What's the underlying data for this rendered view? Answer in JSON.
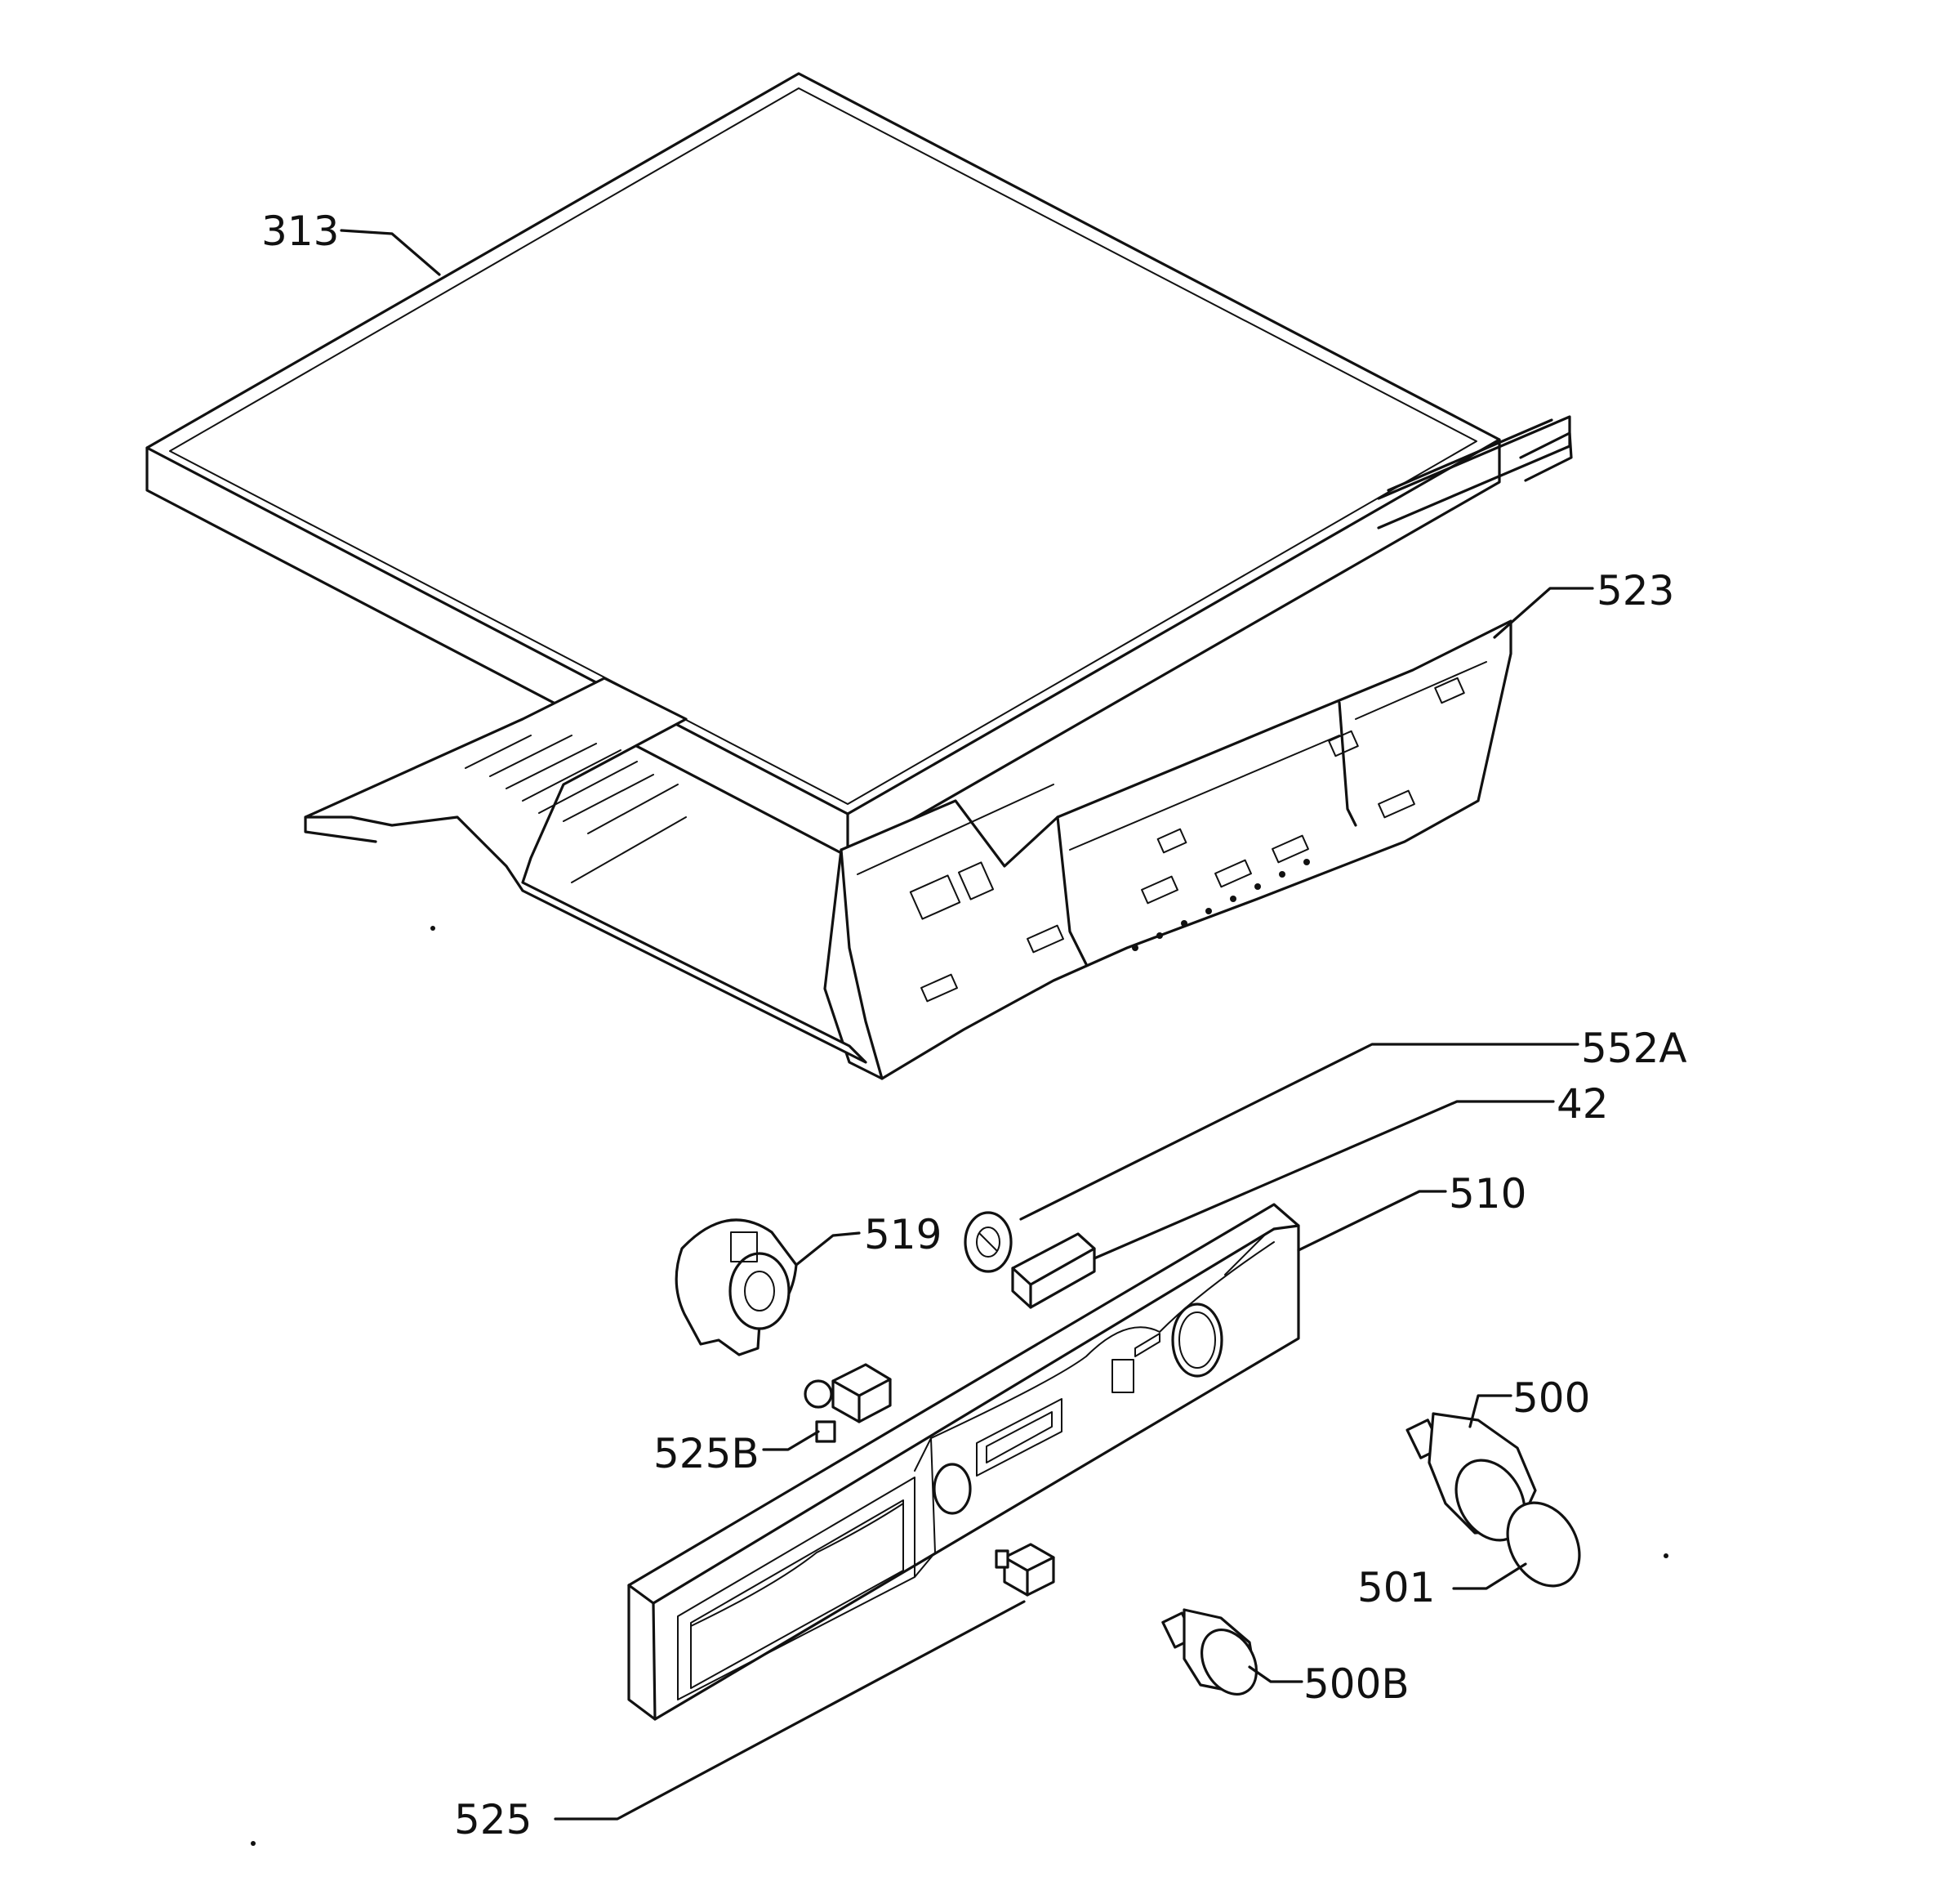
{
  "diagram": {
    "background": "#ffffff",
    "ink": "#111111",
    "parts": [
      {
        "id": "313",
        "label": "313"
      },
      {
        "id": "523",
        "label": "523"
      },
      {
        "id": "552A",
        "label": "552A"
      },
      {
        "id": "42",
        "label": "42"
      },
      {
        "id": "510",
        "label": "510"
      },
      {
        "id": "519",
        "label": "519"
      },
      {
        "id": "525B",
        "label": "525B"
      },
      {
        "id": "500",
        "label": "500"
      },
      {
        "id": "501",
        "label": "501"
      },
      {
        "id": "500B",
        "label": "500B"
      },
      {
        "id": "525",
        "label": "525"
      }
    ]
  }
}
